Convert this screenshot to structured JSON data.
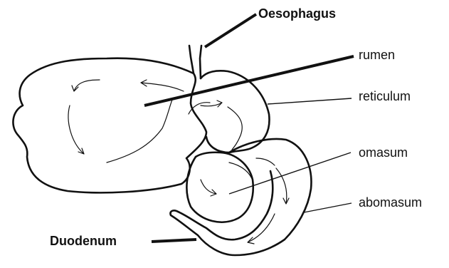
{
  "labels": {
    "oesophagus": "Oesophagus",
    "rumen": "rumen",
    "reticulum": "reticulum",
    "omasum": "omasum",
    "abomasum": "abomasum",
    "duodenum": "Duodenum"
  }
}
